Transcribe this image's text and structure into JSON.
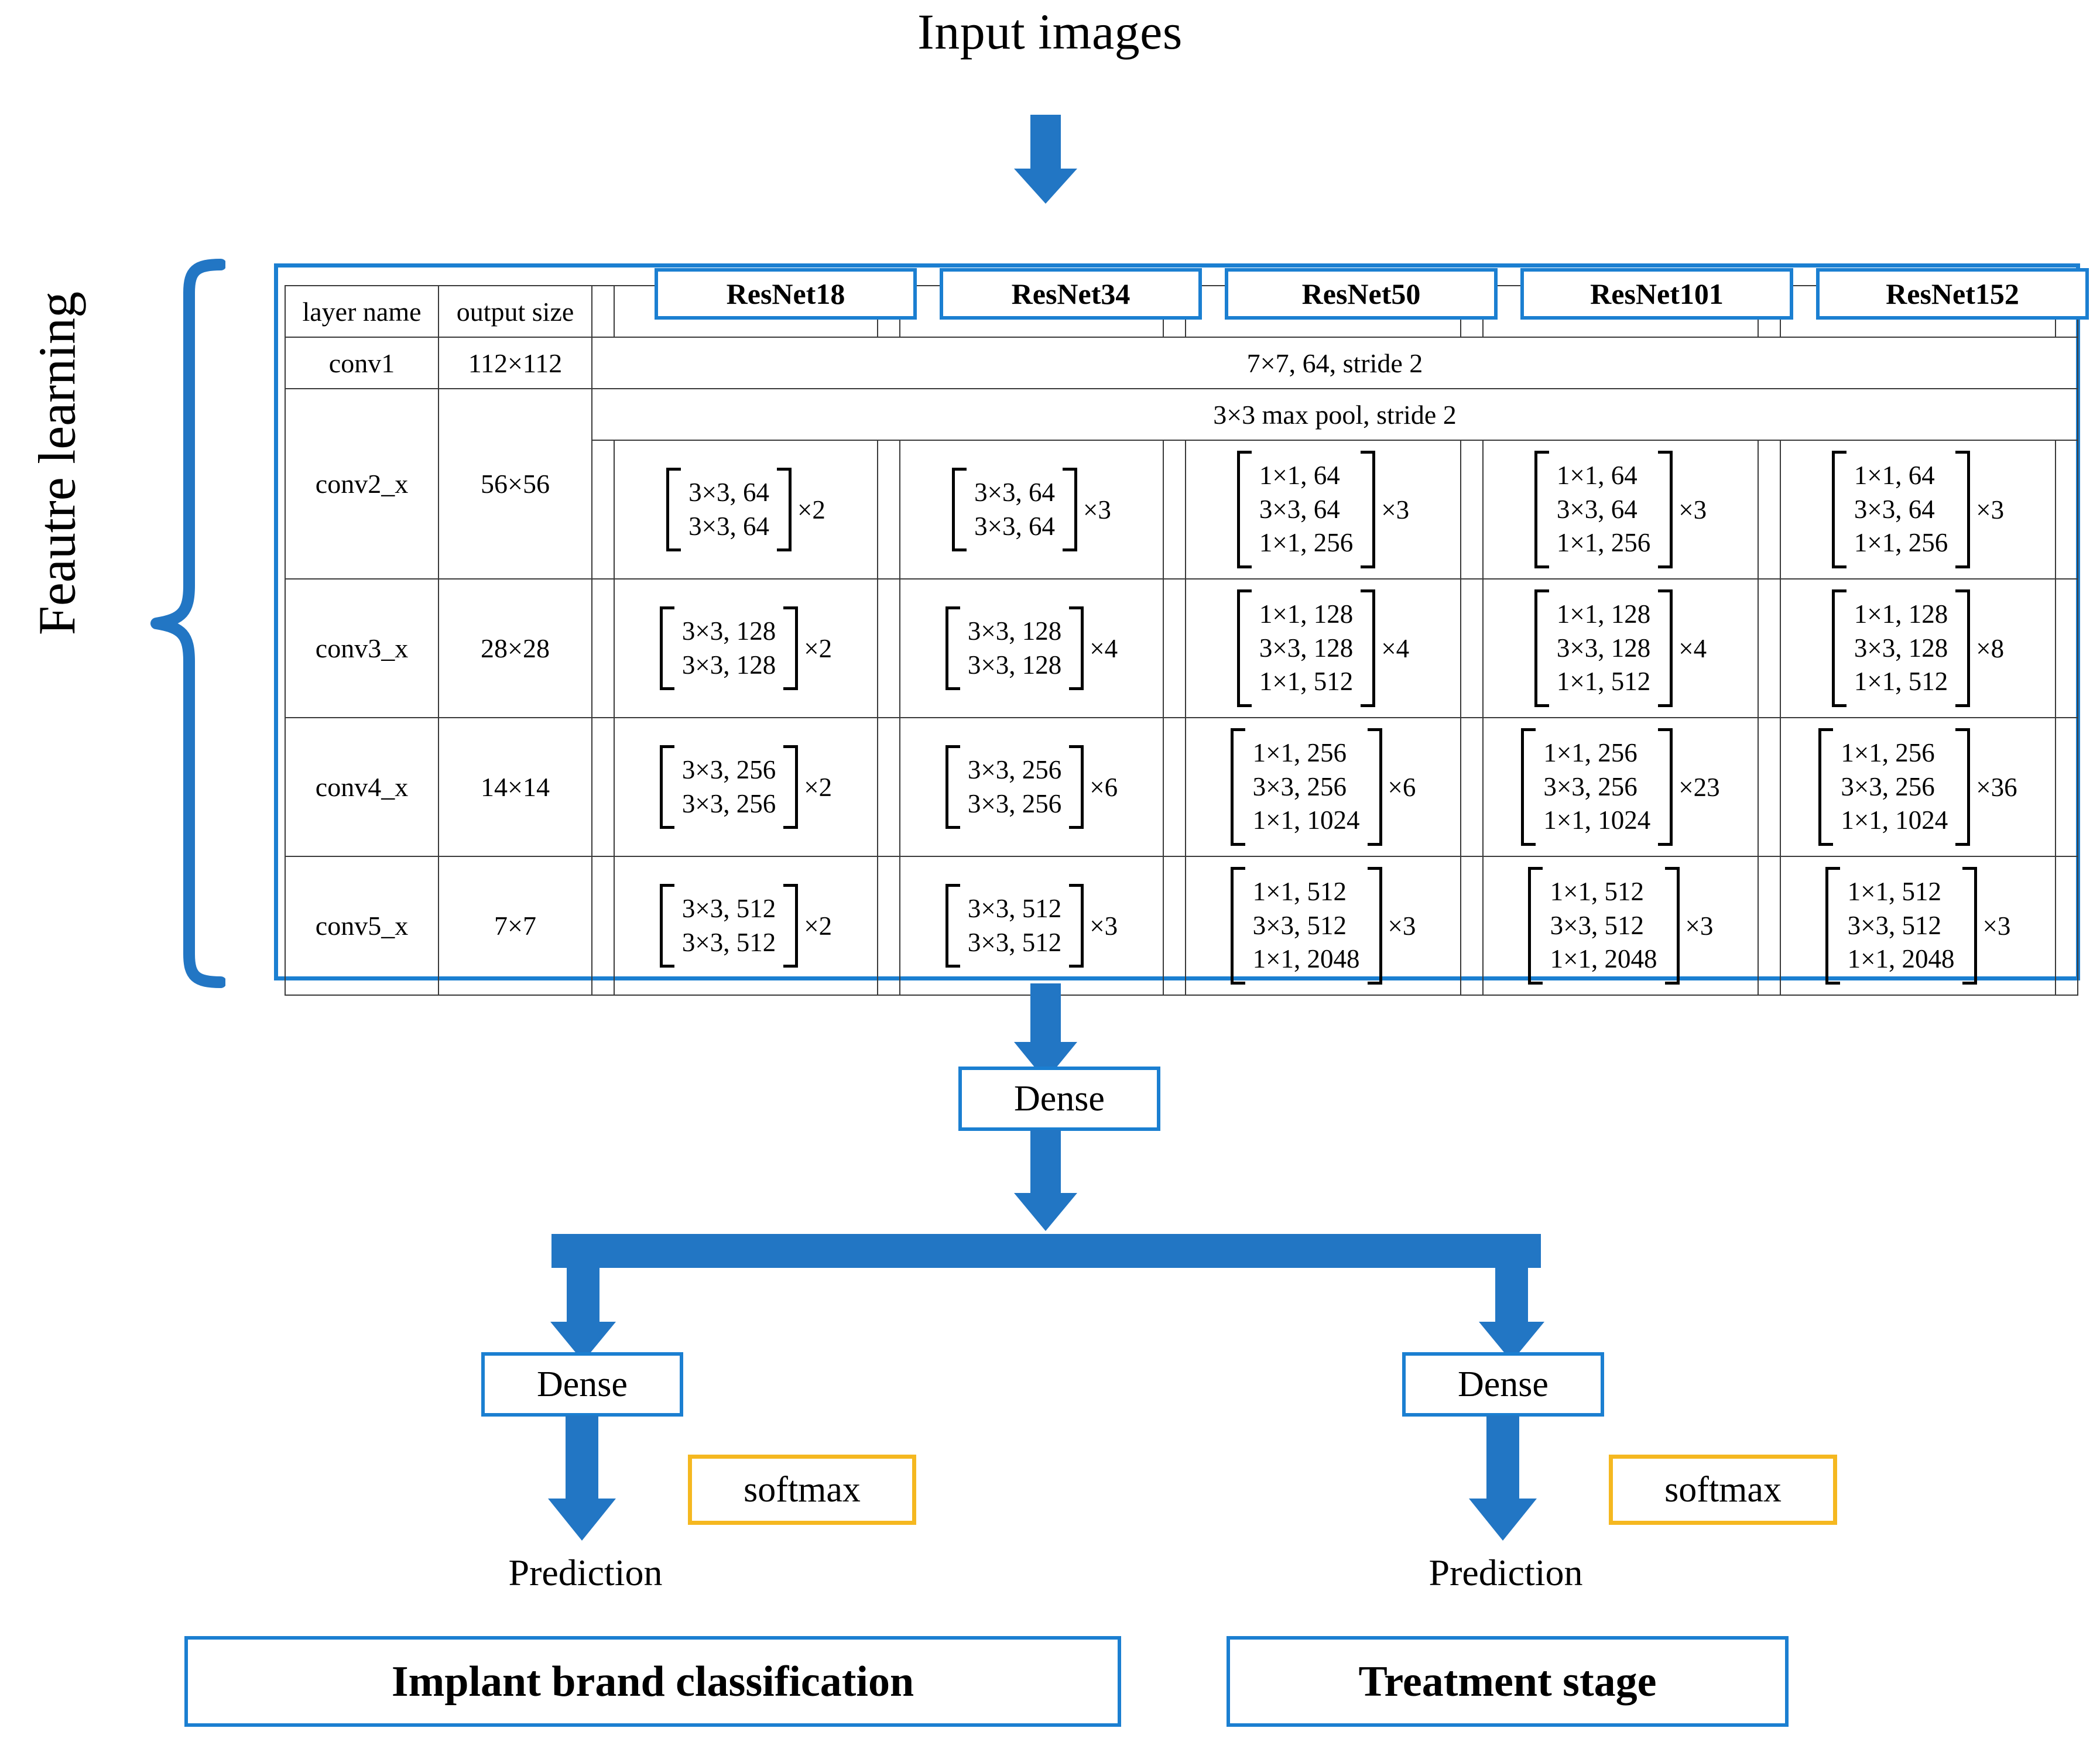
{
  "title": "Input images",
  "feature_learning_label": "Feautre learning",
  "colors": {
    "accent_blue": "#2276C4",
    "border_blue": "#1B7FD1",
    "softmax_orange": "#F5B820",
    "table_line": "#3a3a3a"
  },
  "table": {
    "columns": [
      "layer name",
      "output size",
      "ResNet18",
      "ResNet34",
      "ResNet50",
      "ResNet101",
      "ResNet152"
    ],
    "model_headers": [
      "ResNet18",
      "ResNet34",
      "ResNet50",
      "ResNet101",
      "ResNet152"
    ],
    "conv1": {
      "layer_name": "conv1",
      "output_size": "112×112",
      "spec": "7×7, 64, stride 2"
    },
    "maxpool": "3×3 max pool, stride 2",
    "rows": [
      {
        "layer_name": "conv2_x",
        "output_size": "56×56",
        "cells": [
          {
            "lines": [
              "3×3, 64",
              "3×3, 64"
            ],
            "mult": "×2"
          },
          {
            "lines": [
              "3×3, 64",
              "3×3, 64"
            ],
            "mult": "×3"
          },
          {
            "lines": [
              "1×1, 64",
              "3×3, 64",
              "1×1, 256"
            ],
            "mult": "×3"
          },
          {
            "lines": [
              "1×1, 64",
              "3×3, 64",
              "1×1, 256"
            ],
            "mult": "×3"
          },
          {
            "lines": [
              "1×1, 64",
              "3×3, 64",
              "1×1, 256"
            ],
            "mult": "×3"
          }
        ]
      },
      {
        "layer_name": "conv3_x",
        "output_size": "28×28",
        "cells": [
          {
            "lines": [
              "3×3, 128",
              "3×3, 128"
            ],
            "mult": "×2"
          },
          {
            "lines": [
              "3×3, 128",
              "3×3, 128"
            ],
            "mult": "×4"
          },
          {
            "lines": [
              "1×1, 128",
              "3×3, 128",
              "1×1, 512"
            ],
            "mult": "×4"
          },
          {
            "lines": [
              "1×1, 128",
              "3×3, 128",
              "1×1, 512"
            ],
            "mult": "×4"
          },
          {
            "lines": [
              "1×1, 128",
              "3×3, 128",
              "1×1, 512"
            ],
            "mult": "×8"
          }
        ]
      },
      {
        "layer_name": "conv4_x",
        "output_size": "14×14",
        "cells": [
          {
            "lines": [
              "3×3, 256",
              "3×3, 256"
            ],
            "mult": "×2"
          },
          {
            "lines": [
              "3×3, 256",
              "3×3, 256"
            ],
            "mult": "×6"
          },
          {
            "lines": [
              "1×1, 256",
              "3×3, 256",
              "1×1, 1024"
            ],
            "mult": "×6"
          },
          {
            "lines": [
              "1×1, 256",
              "3×3, 256",
              "1×1, 1024"
            ],
            "mult": "×23"
          },
          {
            "lines": [
              "1×1, 256",
              "3×3, 256",
              "1×1, 1024"
            ],
            "mult": "×36"
          }
        ]
      },
      {
        "layer_name": "conv5_x",
        "output_size": "7×7",
        "cells": [
          {
            "lines": [
              "3×3, 512",
              "3×3, 512"
            ],
            "mult": "×2"
          },
          {
            "lines": [
              "3×3, 512",
              "3×3, 512"
            ],
            "mult": "×3"
          },
          {
            "lines": [
              "1×1, 512",
              "3×3, 512",
              "1×1, 2048"
            ],
            "mult": "×3"
          },
          {
            "lines": [
              "1×1, 512",
              "3×3, 512",
              "1×1, 2048"
            ],
            "mult": "×3"
          },
          {
            "lines": [
              "1×1, 512",
              "3×3, 512",
              "1×1, 2048"
            ],
            "mult": "×3"
          }
        ]
      }
    ]
  },
  "flow": {
    "dense_shared": "Dense",
    "left_branch": {
      "dense": "Dense",
      "softmax": "softmax",
      "prediction": "Prediction",
      "result": "Implant brand classification"
    },
    "right_branch": {
      "dense": "Dense",
      "softmax": "softmax",
      "prediction": "Prediction",
      "result": "Treatment stage"
    }
  }
}
